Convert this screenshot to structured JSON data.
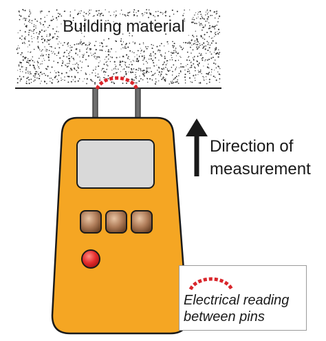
{
  "labels": {
    "material": "Building material",
    "direction_line1": "Direction of",
    "direction_line2": "measurement"
  },
  "legend": {
    "line1": "Electrical reading",
    "line2": "between pins"
  },
  "colors": {
    "meter_body": "#f5a623",
    "meter_outline": "#1a1a1a",
    "screen": "#d9d9d9",
    "buttons": "#b07d5a",
    "power_button": "#e32b2b",
    "reading_arc": "#d9262b",
    "pins": "#6e6e6e",
    "material_speckle": "#333333"
  },
  "icons": {
    "arrow": "up-arrow-icon",
    "reading": "dashed-arc-icon"
  }
}
